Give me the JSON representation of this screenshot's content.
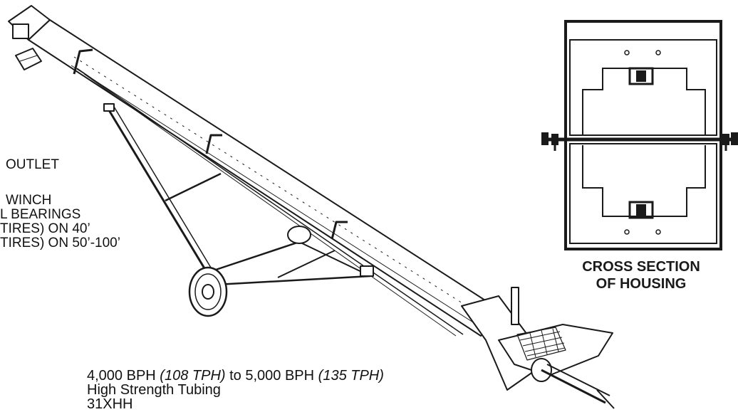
{
  "left_labels": {
    "outlet": "OUTLET",
    "winch": "WINCH",
    "bearings": "L BEARINGS",
    "tires_40": "TIRES) ON 40’",
    "tires_50_100": "TIRES) ON 50’-100’"
  },
  "cross_section": {
    "line1": "CROSS SECTION",
    "line2": "OF HOUSING"
  },
  "specs": {
    "cap_bph1": "4,000 BPH",
    "cap_tph1": "(108 TPH)",
    "cap_to": "to",
    "cap_bph2": "5,000 BPH",
    "cap_tph2": "(135 TPH)",
    "tubing": "High Strength Tubing",
    "model": "31XHH"
  },
  "colors": {
    "ink": "#1a1a1a",
    "paper": "#ffffff"
  }
}
